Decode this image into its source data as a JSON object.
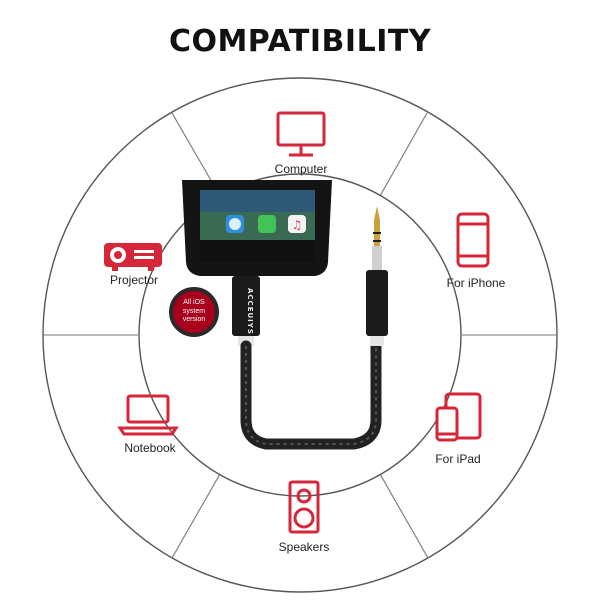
{
  "title": "COMPATIBILITY",
  "accent_color": "#d5263a",
  "segments": [
    {
      "label": "Computer",
      "icon": "monitor-icon"
    },
    {
      "label": "For iPhone",
      "icon": "iphone-icon"
    },
    {
      "label": "For iPad",
      "icon": "ipad-icon"
    },
    {
      "label": "Speakers",
      "icon": "speaker-icon"
    },
    {
      "label": "Notebook",
      "icon": "laptop-icon"
    },
    {
      "label": "Projector",
      "icon": "projector-icon"
    }
  ],
  "center": {
    "badge_text": "All iOS system version",
    "brand": "ACCEUIYS",
    "phone_apps": [
      "Safari",
      "Messages",
      "Music"
    ]
  }
}
